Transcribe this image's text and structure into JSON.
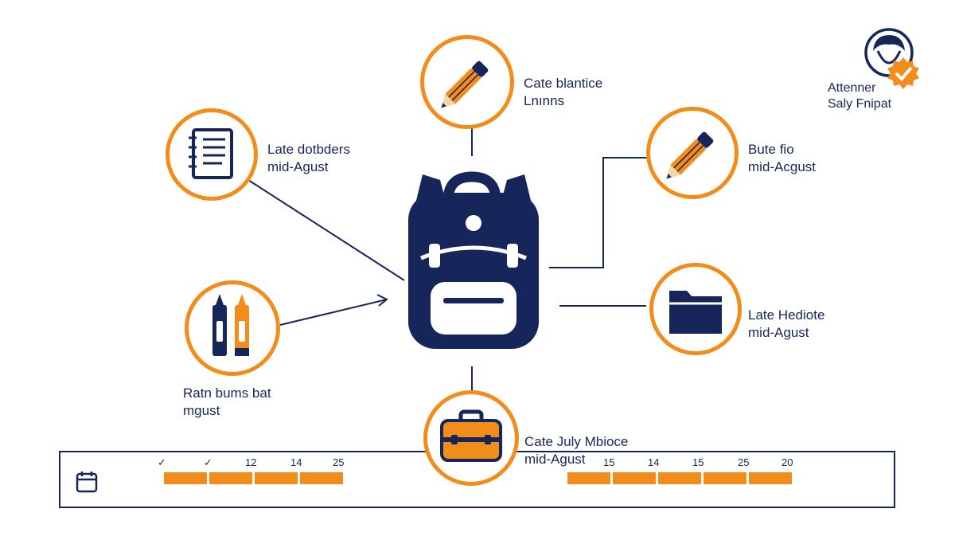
{
  "colors": {
    "navy": "#17265a",
    "orange": "#f28c1a"
  },
  "center": {
    "icon": "backpack-icon"
  },
  "nodes": [
    {
      "id": "top",
      "icon": "pencil-icon",
      "line1": "Cate blantice",
      "line2": "Lnınns"
    },
    {
      "id": "left-top",
      "icon": "notebook-icon",
      "line1": "Late dotbders",
      "line2": "mid-Agust"
    },
    {
      "id": "right-top",
      "icon": "pencil-icon",
      "line1": "Bute fio",
      "line2": "mid-Acgust"
    },
    {
      "id": "left-bottom",
      "icon": "crayons-icon",
      "line1": "Ratn bums bat",
      "line2": "mgust"
    },
    {
      "id": "right-bottom",
      "icon": "folder-icon",
      "line1": "Late Hediote",
      "line2": "mid-Agust"
    },
    {
      "id": "bottom",
      "icon": "lunchbox-icon",
      "line1": "Cate July Mbioce",
      "line2": "mid-Agust"
    }
  ],
  "attendee": {
    "icon": "user-check-icon",
    "line1": "Attenner",
    "line2": "Saly Fnipat"
  },
  "timeline": {
    "icon": "calendar-icon",
    "left_ticks": [
      "✓",
      "✓",
      "12",
      "14",
      "25"
    ],
    "right_ticks": [
      "15",
      "14",
      "15",
      "25",
      "20"
    ]
  }
}
